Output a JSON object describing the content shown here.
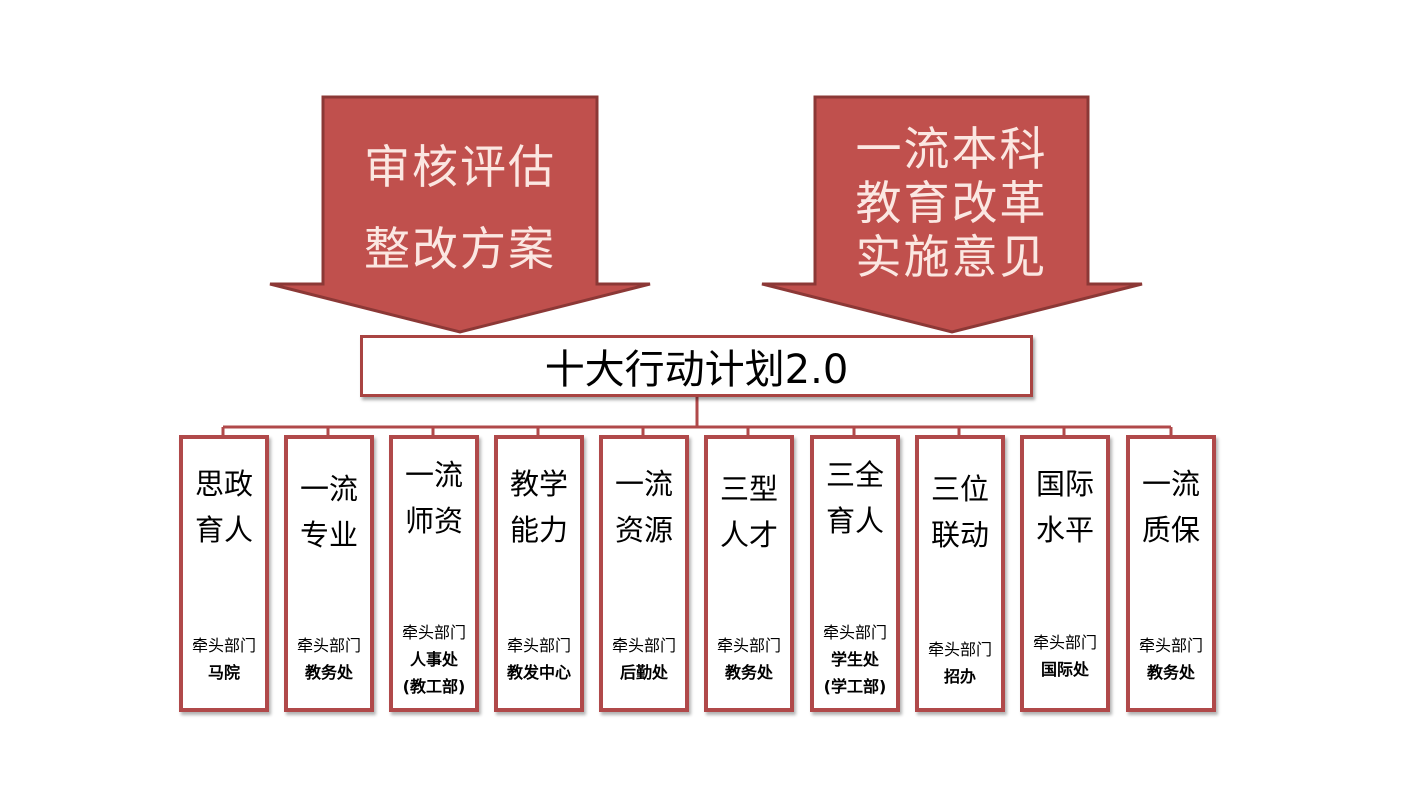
{
  "inputs": {
    "left": {
      "lines": [
        "审核评估",
        "整改方案"
      ]
    },
    "right": {
      "lines": [
        "一流本科",
        "教育改革",
        "实施意见"
      ]
    }
  },
  "center_title": "十大行动计划2.0",
  "lead_label": "牵头部门",
  "actions": [
    {
      "title": [
        "思政",
        "育人"
      ],
      "dept": [
        "马院"
      ]
    },
    {
      "title": [
        "一流",
        "专业"
      ],
      "dept": [
        "教务处"
      ]
    },
    {
      "title": [
        "一流",
        "师资"
      ],
      "dept": [
        "人事处",
        "(教工部)"
      ]
    },
    {
      "title": [
        "教学",
        "能力"
      ],
      "dept": [
        "教发中心"
      ]
    },
    {
      "title": [
        "一流",
        "资源"
      ],
      "dept": [
        "后勤处"
      ]
    },
    {
      "title": [
        "三型",
        "人才"
      ],
      "dept": [
        "教务处"
      ]
    },
    {
      "title": [
        "三全",
        "育人"
      ],
      "dept": [
        "学生处",
        "(学工部)"
      ]
    },
    {
      "title": [
        "三位",
        "联动"
      ],
      "dept": [
        "招办"
      ]
    },
    {
      "title": [
        "国际",
        "水平"
      ],
      "dept": [
        "国际处"
      ]
    },
    {
      "title": [
        "一流",
        "质保"
      ],
      "dept": [
        "教务处"
      ]
    }
  ],
  "colors": {
    "arrow_fill": "#c0504d",
    "arrow_stroke": "#8c3836",
    "box_border": "#b0494a"
  }
}
